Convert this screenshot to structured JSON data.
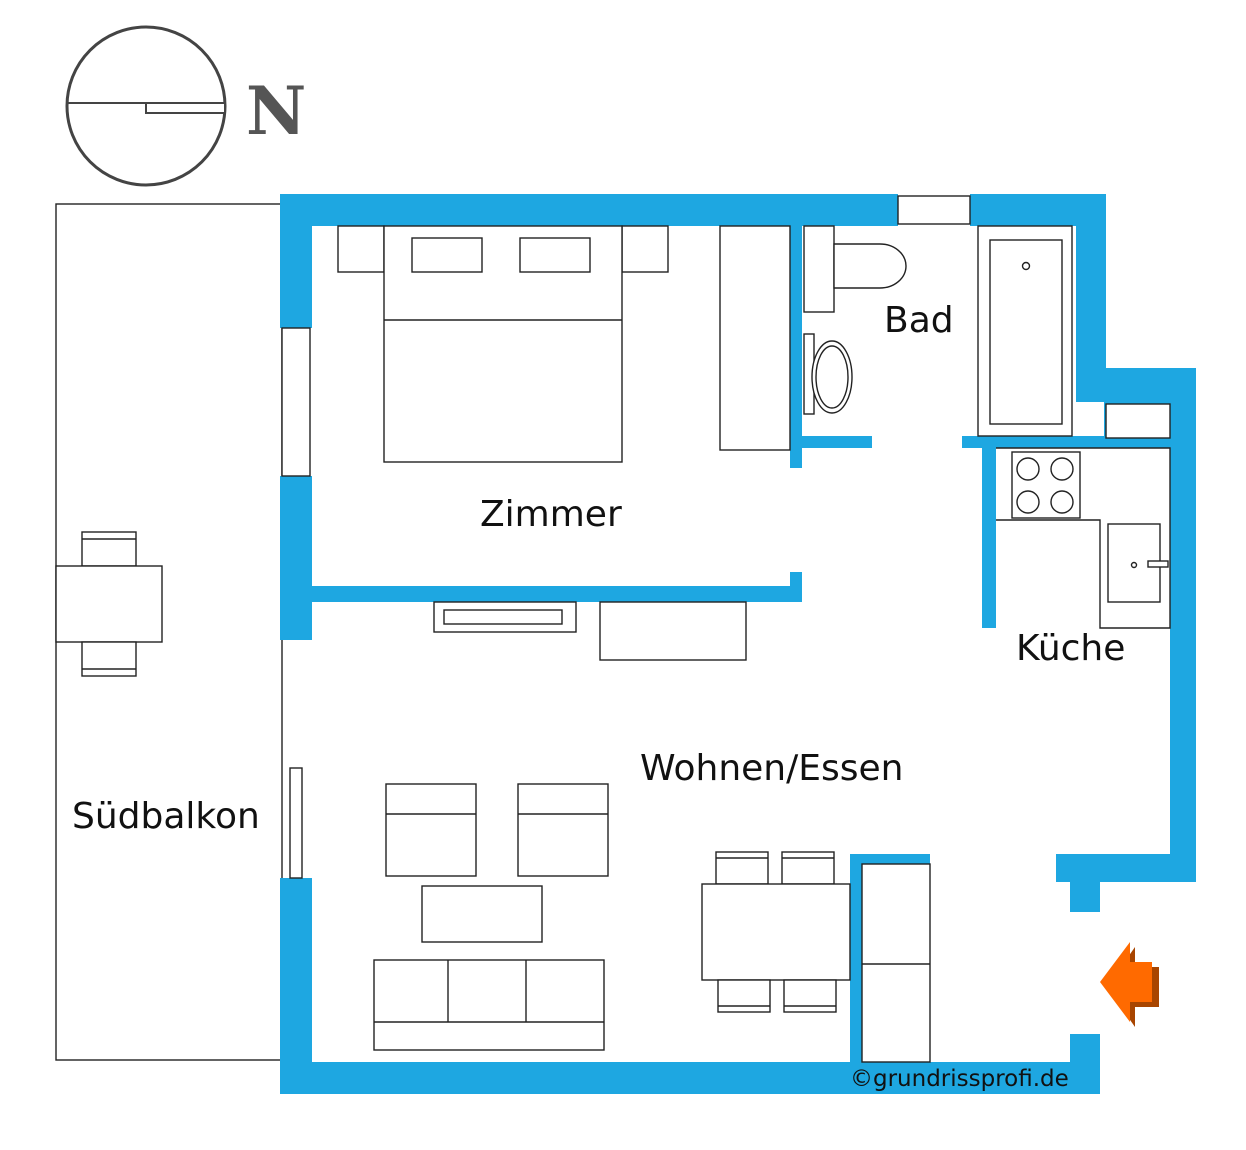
{
  "compass": {
    "north_label": "N",
    "icon": "compass-icon"
  },
  "rooms": {
    "zimmer": "Zimmer",
    "bad": "Bad",
    "kueche": "Küche",
    "wohnen": "Wohnen/Essen",
    "balkon": "Südbalkon"
  },
  "entrance": {
    "icon": "entrance-arrow-icon",
    "color": "#ff6a00"
  },
  "copyright": "©grundrissprofi.de",
  "colors": {
    "wall": "#1ea7e1",
    "line": "#222222",
    "background": "#ffffff"
  }
}
